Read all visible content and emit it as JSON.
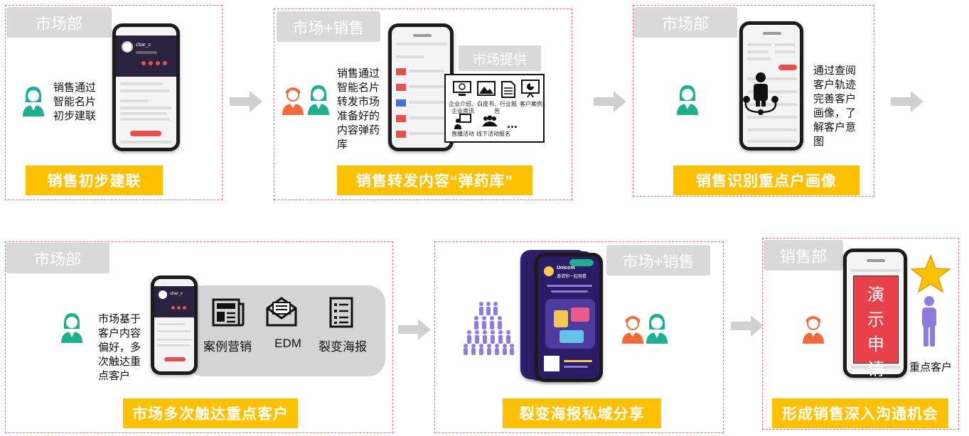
{
  "colors": {
    "accent": "#ffc000",
    "tag": "#d9d9d9",
    "person_green": "#1fae8f",
    "person_orange": "#f26b3a",
    "person_purple": "#8e7be0",
    "border": "#e57373",
    "red": "#e8414a"
  },
  "panel1": {
    "tag": "市场部",
    "desc": [
      "销售通过",
      "智能名片",
      "初步建联"
    ],
    "caption": "销售初步建联",
    "phone_name": "char_c"
  },
  "panel2": {
    "tag": "市场+销售",
    "desc": [
      "销售通过",
      "智能名片",
      "转发市场",
      "准备好的",
      "内容弹药",
      "库"
    ],
    "caption": "销售转发内容“弹药库”",
    "popup_tag": "市场提供",
    "popup_items": [
      "企业介绍、企业资讯",
      "白皮书、行业报告",
      "客户案例",
      "直播活动",
      "线下活动报名",
      "..."
    ]
  },
  "panel3": {
    "tag": "市场部",
    "desc": [
      "通过查阅",
      "客户轨迹",
      "完善客户",
      "画像，了",
      "解客户意",
      "图"
    ],
    "caption": "销售识别重点户画像"
  },
  "panel4": {
    "tag": "市场部",
    "desc": [
      "市场基于",
      "客户内容",
      "偏好，多",
      "次触达重",
      "点客户"
    ],
    "caption": "市场多次触达重点客户",
    "items": [
      "案例营销",
      "EDM",
      "裂变海报"
    ],
    "phone_name": "char_c"
  },
  "panel5": {
    "tag": "市场+销售",
    "caption": "裂变海报私域分享",
    "poster_brand": "Unicom",
    "poster_invite": "邀请你一起观看"
  },
  "panel6": {
    "tag": "销售部",
    "caption": "形成销售深入沟通机会",
    "card_chars": [
      "演",
      "示",
      "申",
      "请"
    ],
    "key_customer": "重点客户"
  }
}
